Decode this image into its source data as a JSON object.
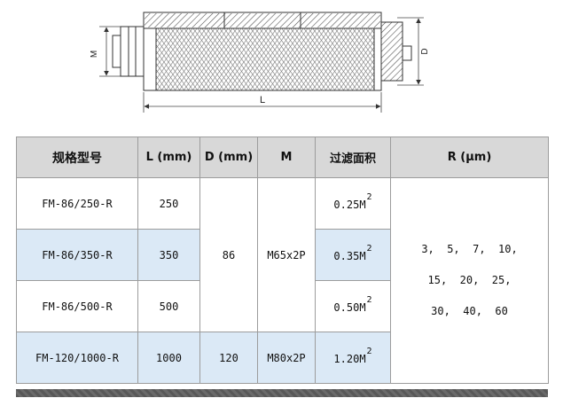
{
  "diagram": {
    "labels": {
      "m": "M",
      "d": "D",
      "l": "L"
    }
  },
  "table": {
    "headers": [
      "规格型号",
      "L (mm)",
      "D (mm)",
      "M",
      "过滤面积",
      "R (μm)"
    ],
    "rows": [
      {
        "model": "FM-86/250-R",
        "length": "250",
        "d": "86",
        "m": "M65x2P",
        "area_base": "0.25M",
        "area_exp": "2"
      },
      {
        "model": "FM-86/350-R",
        "length": "350",
        "area_base": "0.35M",
        "area_exp": "2"
      },
      {
        "model": "FM-86/500-R",
        "length": "500",
        "area_base": "0.50M",
        "area_exp": "2"
      },
      {
        "model": "FM-120/1000-R",
        "length": "1000",
        "d": "120",
        "m": "M80x2P",
        "area_base": "1.20M",
        "area_exp": "2"
      }
    ],
    "r_column_lines": [
      "3,  5,  7,  10,",
      "15,  20,  25,",
      "30,  40,  60"
    ],
    "colors": {
      "header_bg": "#d8d8d8",
      "alt_row_bg": "#dbe9f6",
      "border": "#9c9c9c"
    }
  }
}
